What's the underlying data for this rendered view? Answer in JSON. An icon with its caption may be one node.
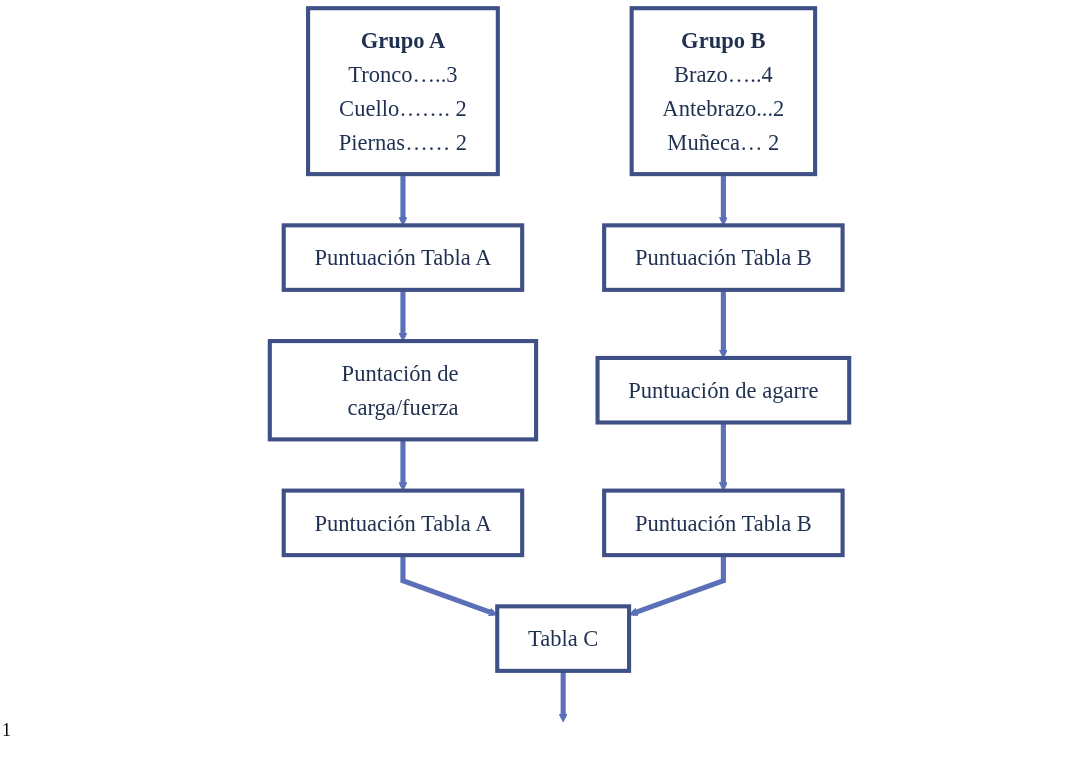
{
  "diagram": {
    "nodes": [
      {
        "text": [
          "Grupo A",
          "Tronco…..3",
          "Cuello……. 2",
          "Piernas…… 2"
        ]
      },
      {
        "text": [
          "Puntuación Tabla A"
        ]
      },
      {
        "text": [
          "Puntación de carga/fuerza"
        ]
      },
      {
        "text": [
          "Puntuación Tabla A"
        ]
      },
      {
        "text": [
          "Grupo B",
          "Brazo…..4",
          "Antebrazo...2",
          "Muñeca… 2"
        ]
      },
      {
        "text": [
          "Puntuación Tabla B"
        ]
      },
      {
        "text": [
          "Puntuación de agarre"
        ]
      },
      {
        "text": [
          "Puntuación Tabla B"
        ]
      },
      {
        "text": [
          "Tabla C"
        ]
      }
    ],
    "edges": [
      {
        "from": 0,
        "to": 1,
        "arrow": "to"
      },
      {
        "from": 1,
        "to": 2,
        "arrow": "to"
      },
      {
        "from": 2,
        "to": 3,
        "arrow": "to"
      },
      {
        "from": 4,
        "to": 5,
        "arrow": "to"
      },
      {
        "from": 5,
        "to": 6,
        "arrow": "to"
      },
      {
        "from": 6,
        "to": 7,
        "arrow": "to"
      },
      {
        "from": 3,
        "to": 8,
        "arrow": "to"
      },
      {
        "from": 7,
        "to": 8,
        "arrow": "to"
      },
      {
        "from": 8,
        "to": null,
        "arrow": "to"
      }
    ],
    "labels": [
      "1"
    ]
  }
}
